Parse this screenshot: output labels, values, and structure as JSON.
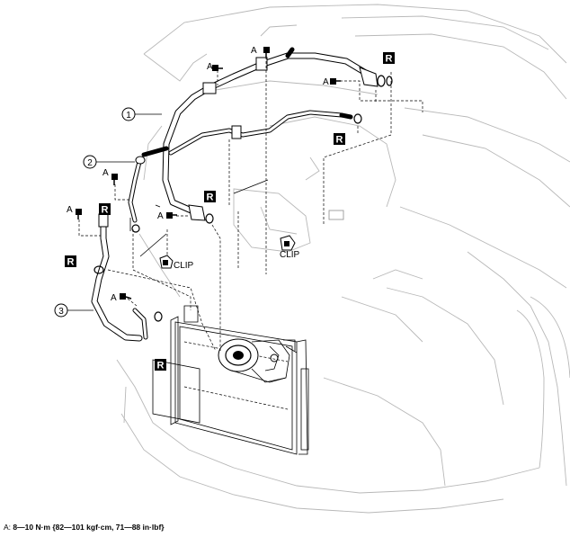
{
  "labels": {
    "torque_mark": "A",
    "replace_mark": "R",
    "clip": "CLIP",
    "callout_1": "1",
    "callout_2": "2",
    "callout_3": "3"
  },
  "footer": {
    "prefix": "A: ",
    "torque_spec": "8—10 N·m {82—101 kgf·cm, 71—88 in·lbf}"
  },
  "colors": {
    "line": "#000000",
    "car_outline": "#b8b8b8",
    "replace_box_bg": "#000000",
    "replace_box_text": "#ffffff"
  }
}
